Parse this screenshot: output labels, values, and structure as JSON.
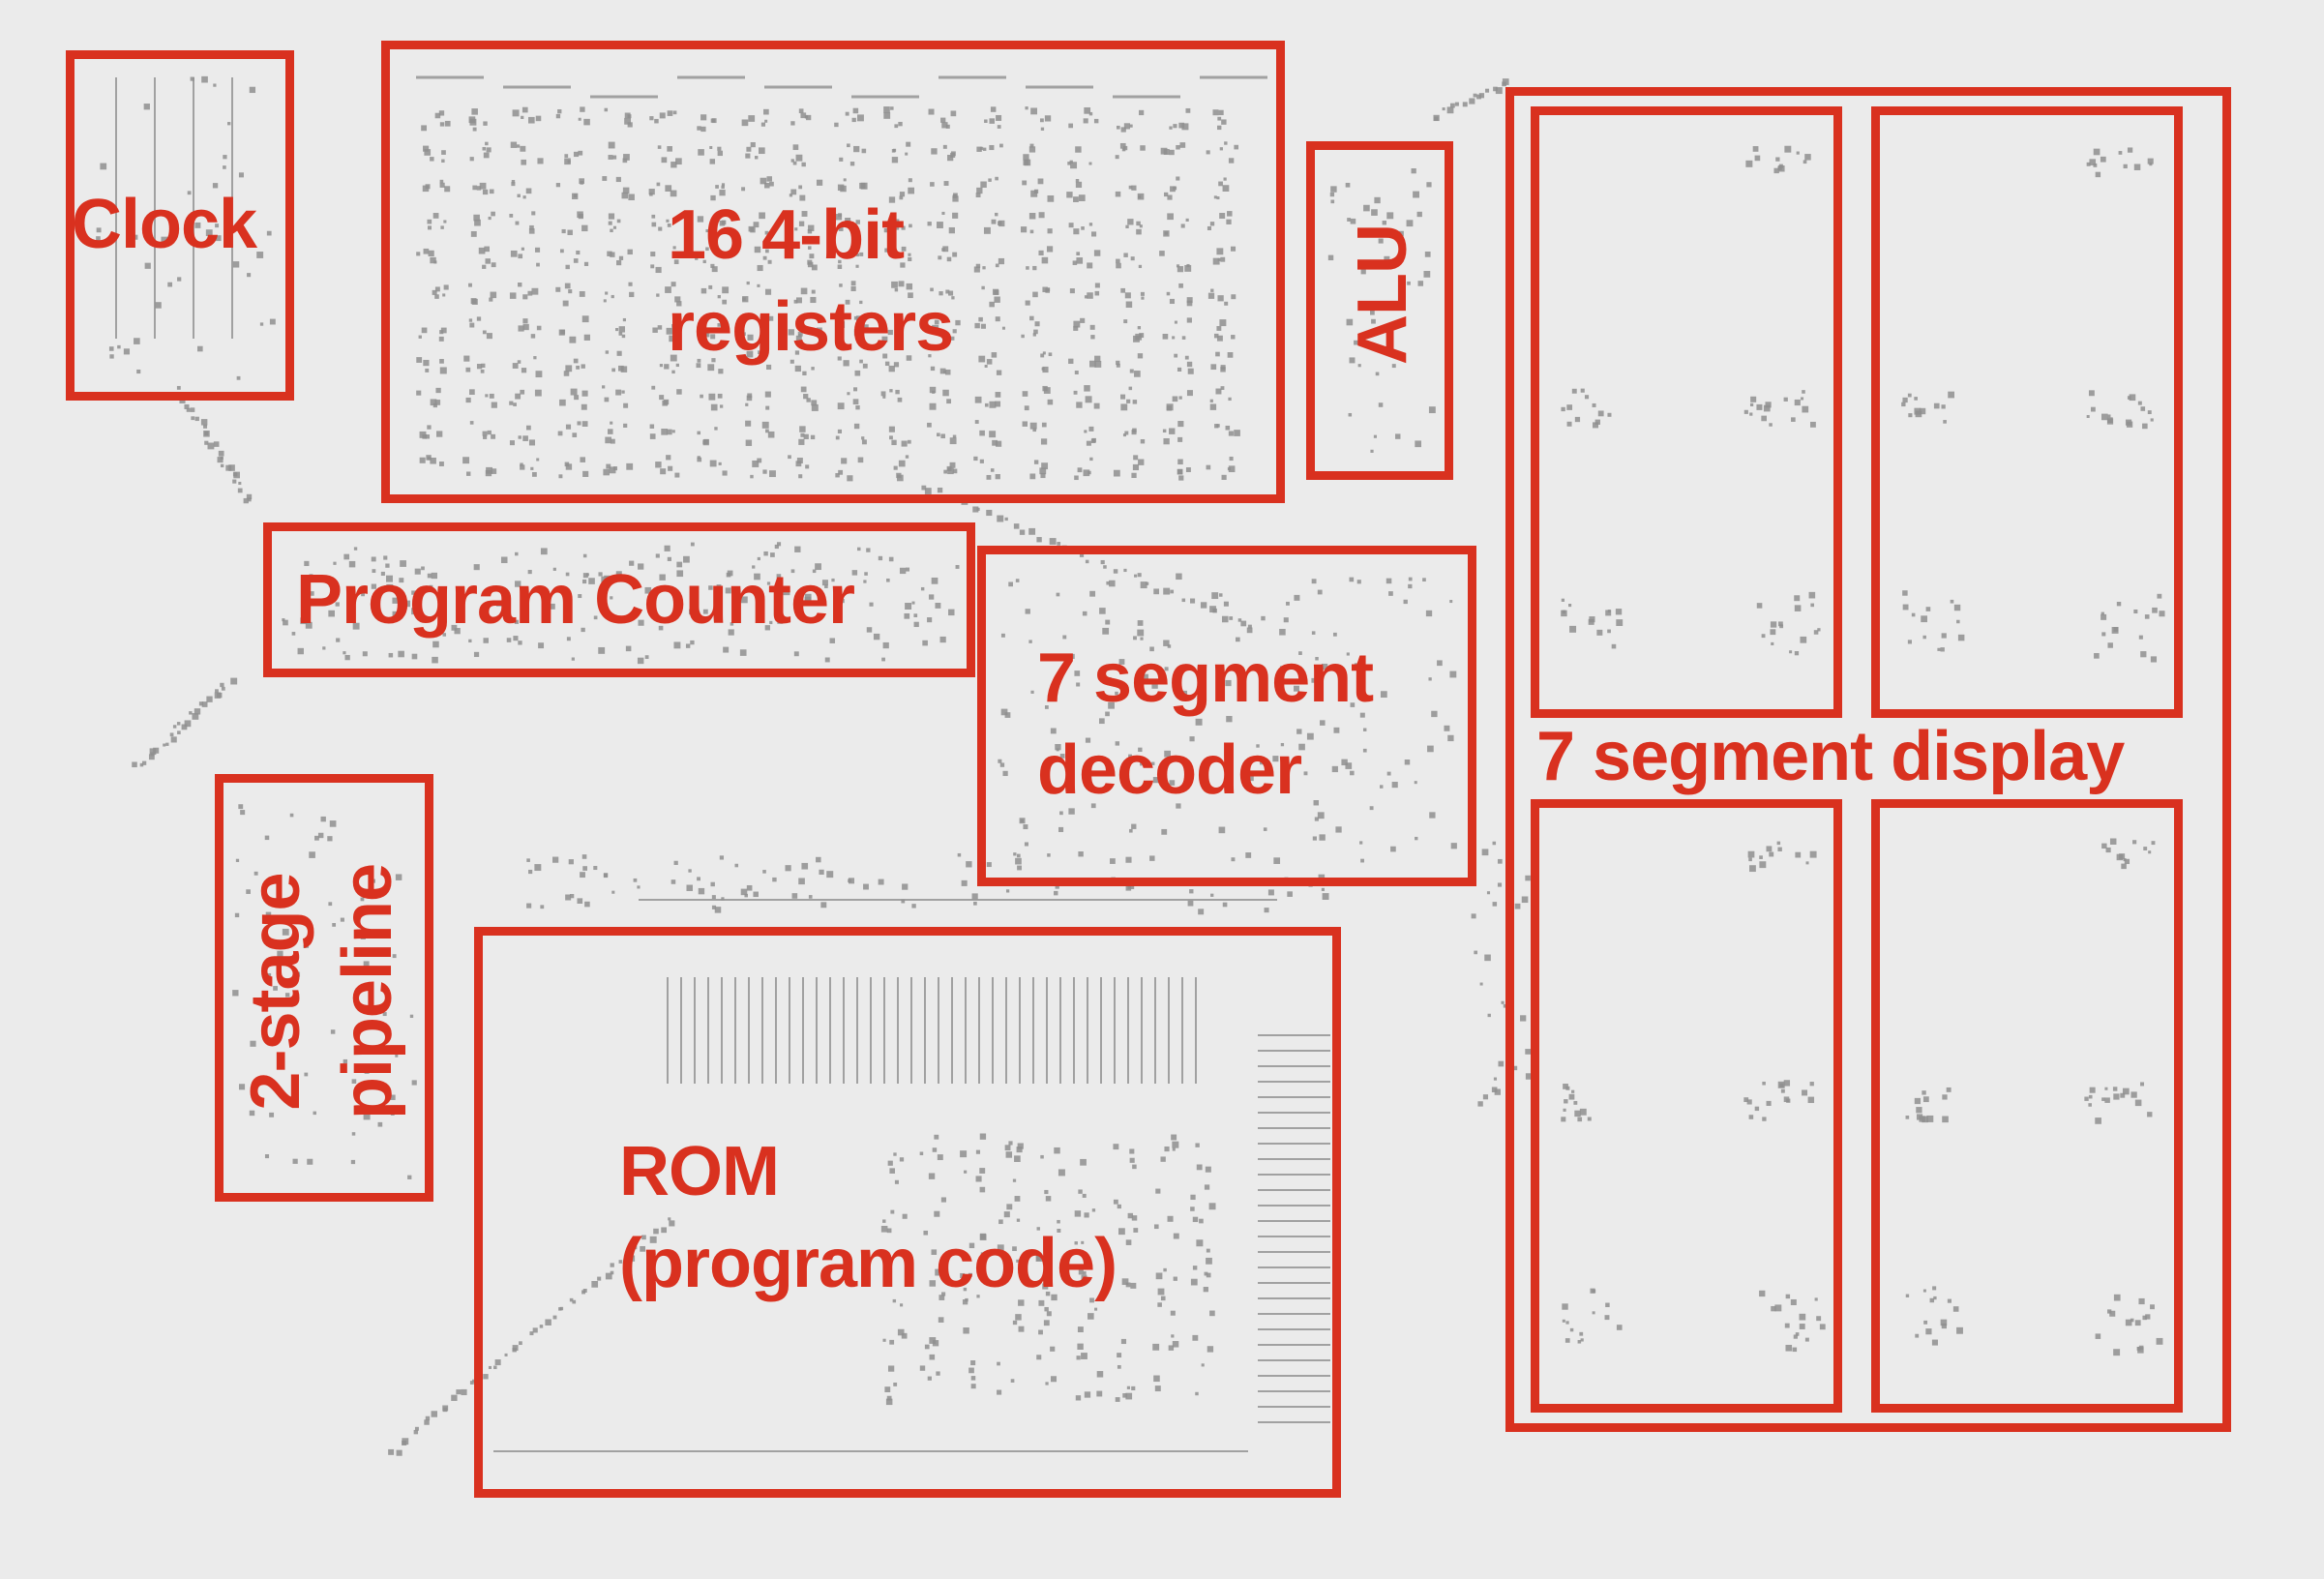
{
  "colors": {
    "outline": "#d9311f",
    "background": "#ebebeb",
    "circuit": "#8f8f8f"
  },
  "blocks": {
    "clock": {
      "label": "Clock"
    },
    "registers": {
      "label": "16 4-bit\nregisters"
    },
    "alu": {
      "label": "ALU"
    },
    "program_counter": {
      "label": "Program Counter"
    },
    "decoder": {
      "label": "7 segment\ndecoder"
    },
    "pipeline": {
      "label": "2-stage\npipeline"
    },
    "rom": {
      "label": "ROM\n(program code)"
    },
    "display": {
      "label": "7 segment display"
    }
  }
}
